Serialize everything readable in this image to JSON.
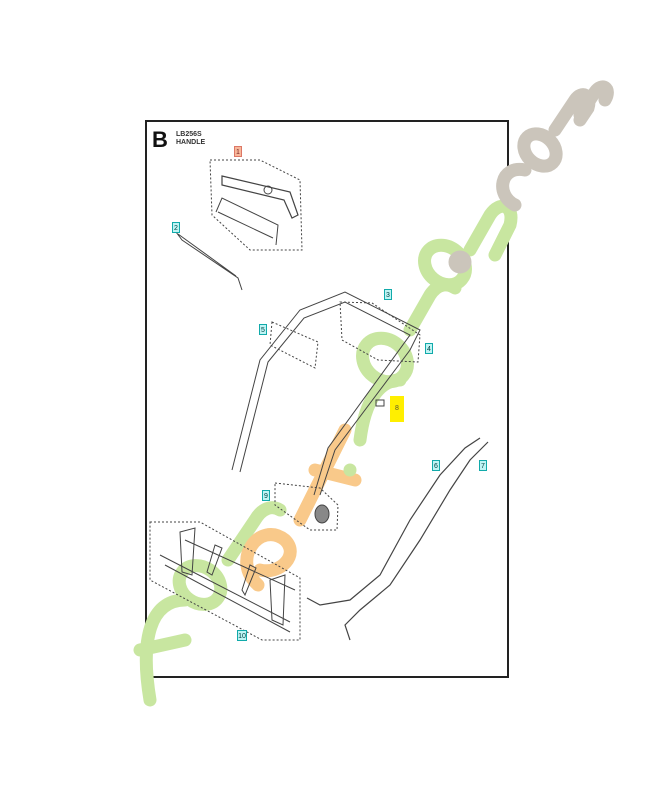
{
  "header": {
    "section_letter": "B",
    "model": "LB256S",
    "title": "HANDLE"
  },
  "callouts": [
    {
      "number": "1",
      "color": "#f7b79a"
    },
    {
      "number": "2",
      "color": "#bff4f4"
    },
    {
      "number": "3",
      "color": "#bff4f4"
    },
    {
      "number": "4",
      "color": "#bff4f4"
    },
    {
      "number": "5",
      "color": "#bff4f4"
    },
    {
      "number": "6",
      "color": "#bff4f4"
    },
    {
      "number": "7",
      "color": "#bff4f4"
    },
    {
      "number": "8",
      "color": "#ffef00"
    },
    {
      "number": "9",
      "color": "#bff4f4"
    },
    {
      "number": "10",
      "color": "#bff4f4"
    }
  ],
  "watermark": {
    "text": "foretjardin.com",
    "colors": {
      "green": "#c8e6a0",
      "orange": "#f9c98a",
      "gray": "#cbc5bb"
    }
  }
}
